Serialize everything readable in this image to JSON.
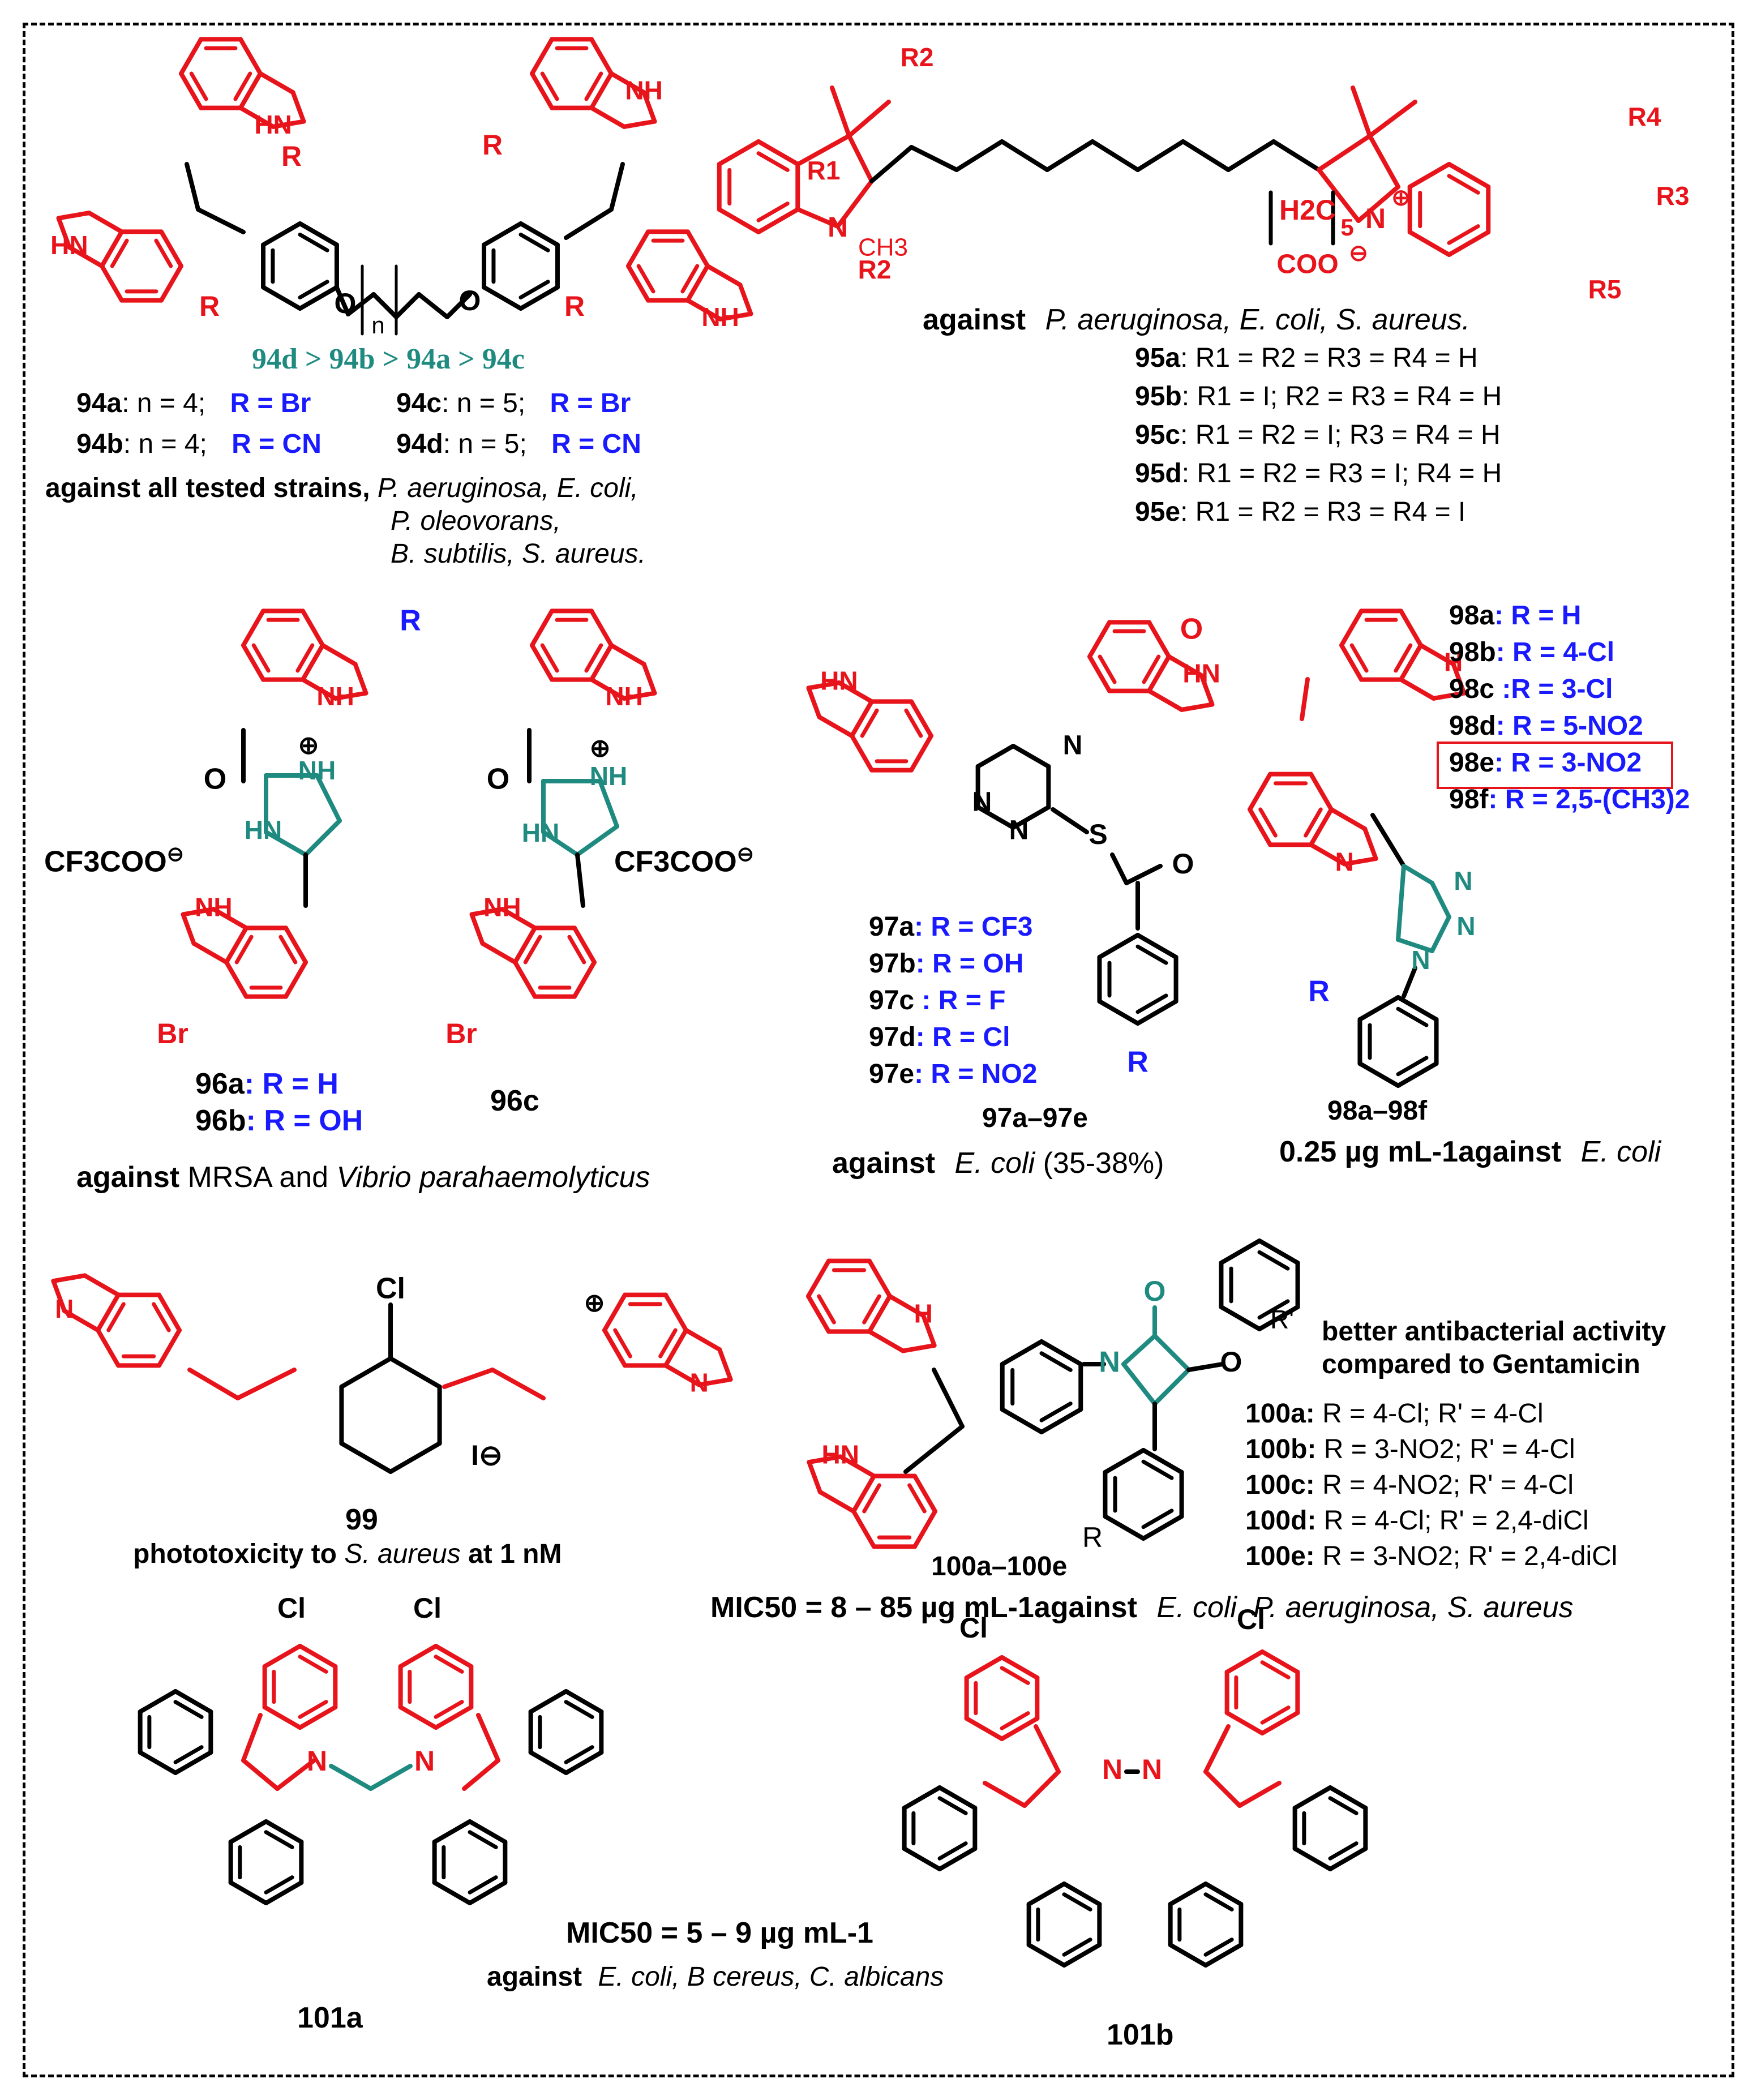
{
  "figure": {
    "title": "",
    "colors": {
      "scaffold": "#e8141b",
      "substituent": "#1a1aff",
      "linker": "#1f8a80",
      "ink": "#000000"
    }
  },
  "c94": {
    "order": "94d > 94b > 94a > 94c",
    "rows": [
      {
        "id": "94a",
        "n": "n = 4;",
        "r": "R = Br",
        "id2": "94c",
        "n2": "n = 5;",
        "r2": "R = Br"
      },
      {
        "id": "94b",
        "n": "n = 4;",
        "r": "R = CN",
        "id2": "94d",
        "n2": "n = 5;",
        "r2": "R = CN"
      }
    ],
    "activity_lead": "against all tested strains,",
    "strains_1": "P. aeruginosa, E. coli,",
    "strains_2": "P. oleovorans,",
    "strains_3": "B. subtilis, S. aureus."
  },
  "c95": {
    "against": "against",
    "strains": "P. aeruginosa, E. coli, S. aureus.",
    "rows": [
      {
        "id": "95a",
        "text": ": R1 = R2 = R3 = R4 = H"
      },
      {
        "id": "95b",
        "text": ": R1 = I; R2 = R3 = R4 = H"
      },
      {
        "id": "95c",
        "text": ": R1 = R2 = I; R3 = R4 = H"
      },
      {
        "id": "95d",
        "text": ": R1 = R2 = R3 = I; R4 = H"
      },
      {
        "id": "95e",
        "text": ": R1 = R2 = R3 = R4 = I"
      }
    ]
  },
  "c96": {
    "rows": [
      {
        "id": "96a",
        "text": ": R = H"
      },
      {
        "id": "96b",
        "text": ": R = OH"
      }
    ],
    "id_c": "96c",
    "counterion": "CF3COO",
    "against": "against",
    "activity": "MRSA and",
    "species": "Vibrio parahaemolyticus"
  },
  "c97": {
    "rows": [
      {
        "id": "97a",
        "text": ": R = CF3"
      },
      {
        "id": "97b",
        "text": ": R = OH"
      },
      {
        "id": "97c",
        "text": " : R = F"
      },
      {
        "id": "97d",
        "text": ": R = Cl"
      },
      {
        "id": "97e",
        "text": ": R = NO2"
      }
    ],
    "range": "97a–97e",
    "against": "against",
    "species": "E. coli",
    "pct": "(35-38%)"
  },
  "c98": {
    "rows": [
      {
        "id": "98a",
        "text": ": R = H"
      },
      {
        "id": "98b",
        "text": ": R = 4-Cl"
      },
      {
        "id": "98c",
        "text": " :R = 3-Cl"
      },
      {
        "id": "98d",
        "text": ": R = 5-NO2"
      },
      {
        "id": "98e",
        "text": ": R = 3-NO2"
      },
      {
        "id": "98f",
        "text": ": R = 2,5-(CH3)2"
      }
    ],
    "highlighted": "98e",
    "range": "98a–98f",
    "value": "0.25 µg mL-1against",
    "species": "E. coli"
  },
  "c99": {
    "id": "99",
    "activity": "phototoxicity to",
    "species": "S. aureus",
    "dose": "at 1 nM"
  },
  "c100": {
    "note_1": "better antibacterial activity",
    "note_2": "compared to Gentamicin",
    "rows": [
      {
        "id": "100a:",
        "text": "R = 4-Cl; R' = 4-Cl"
      },
      {
        "id": "100b:",
        "text": "R = 3-NO2; R' = 4-Cl"
      },
      {
        "id": "100c:",
        "text": "R = 4-NO2; R' = 4-Cl"
      },
      {
        "id": "100d:",
        "text": "R = 4-Cl; R' = 2,4-diCl"
      },
      {
        "id": "100e:",
        "text": "R = 3-NO2; R' = 2,4-diCl"
      }
    ],
    "range": "100a–100e",
    "mic": "MIC50 = 8 – 85 µg mL-1against",
    "species": "E. coli, P. aeruginosa, S. aureus"
  },
  "c101": {
    "id_a": "101a",
    "id_b": "101b",
    "mic": "MIC50 = 5 – 9 µg mL-1",
    "against": "against",
    "species": "E. coli, B cereus, C. albicans"
  },
  "atoms": {
    "HN": "HN",
    "NH": "NH",
    "N": "N",
    "O": "O",
    "S": "S",
    "Cl": "Cl",
    "Br": "Br",
    "R": "R",
    "Rp": "R'",
    "n": "n",
    "H": "H",
    "I": "I",
    "CH3": "CH3",
    "COO": "COO",
    "H2C": "H2C",
    "five": "5",
    "R1": "R1",
    "R2": "R2",
    "R3": "R3",
    "R4": "R4",
    "R5": "R5",
    "plus": "⊕",
    "minus": "⊖",
    "Iminus": "I⊖"
  }
}
